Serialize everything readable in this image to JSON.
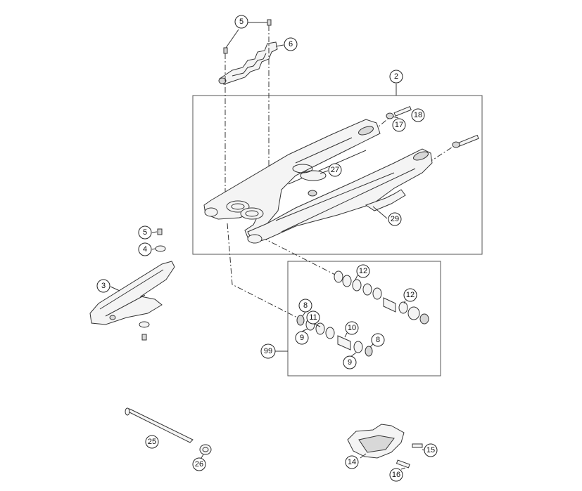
{
  "diagram": {
    "callouts": [
      {
        "id": "c5a",
        "label": "5"
      },
      {
        "id": "c6",
        "label": "6"
      },
      {
        "id": "c2",
        "label": "2"
      },
      {
        "id": "c18",
        "label": "18"
      },
      {
        "id": "c17",
        "label": "17"
      },
      {
        "id": "c27",
        "label": "27"
      },
      {
        "id": "c29",
        "label": "29"
      },
      {
        "id": "c5b",
        "label": "5"
      },
      {
        "id": "c4",
        "label": "4"
      },
      {
        "id": "c3",
        "label": "3"
      },
      {
        "id": "c12a",
        "label": "12"
      },
      {
        "id": "c12b",
        "label": "12"
      },
      {
        "id": "c8a",
        "label": "8"
      },
      {
        "id": "c11",
        "label": "11"
      },
      {
        "id": "c10",
        "label": "10"
      },
      {
        "id": "c9a",
        "label": "9"
      },
      {
        "id": "c8b",
        "label": "8"
      },
      {
        "id": "c9b",
        "label": "9"
      },
      {
        "id": "c99",
        "label": "99"
      },
      {
        "id": "c25",
        "label": "25"
      },
      {
        "id": "c26",
        "label": "26"
      },
      {
        "id": "c14",
        "label": "14"
      },
      {
        "id": "c15",
        "label": "15"
      },
      {
        "id": "c16",
        "label": "16"
      }
    ]
  }
}
